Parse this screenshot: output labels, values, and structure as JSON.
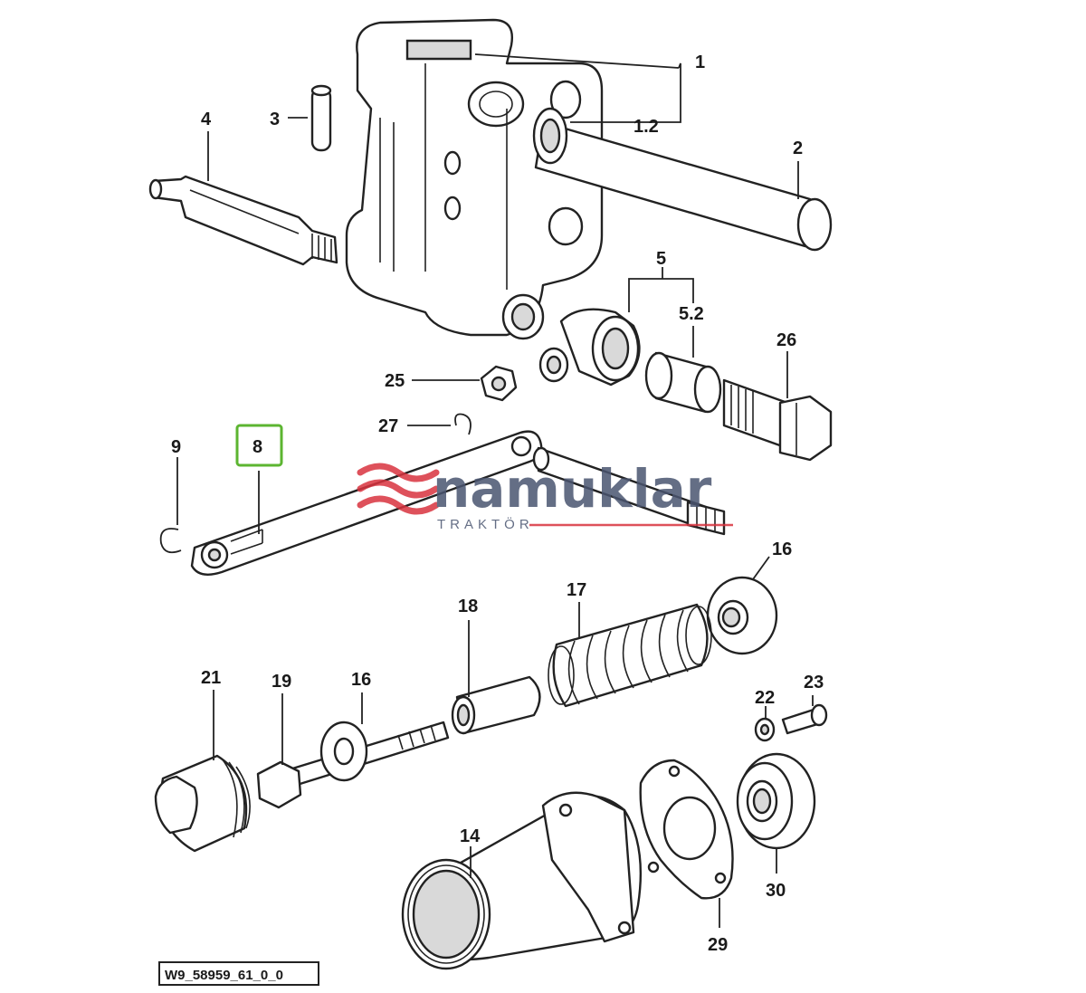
{
  "callouts": {
    "c1": "1",
    "c1_2": "1.2",
    "c2": "2",
    "c3": "3",
    "c4": "4",
    "c5": "5",
    "c5_2": "5.2",
    "c26": "26",
    "c25": "25",
    "c27": "27",
    "c9": "9",
    "c8": "8",
    "c16a": "16",
    "c17": "17",
    "c18": "18",
    "c21": "21",
    "c19": "19",
    "c16b": "16",
    "c22": "22",
    "c23": "23",
    "c14": "14",
    "c29": "29",
    "c30": "30"
  },
  "drawing_code": "W9_58959_61_0_0",
  "highlight": {
    "part": "8",
    "color": "#5cb531"
  },
  "watermark": {
    "brand": "namuklar",
    "sub": "TRAKTÖR",
    "brand_color": "#4a5570",
    "logo_color": "#d9333f"
  }
}
